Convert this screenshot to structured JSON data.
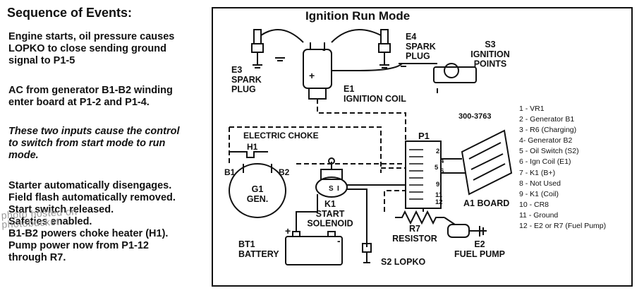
{
  "left_panel": {
    "title": "Sequence of Events:",
    "paragraphs": [
      "Engine starts, oil pressure causes\nLOPKO to close sending ground\nsignal to P1-5",
      "AC from generator B1-B2 winding\nenter board at P1-2 and P1-4.",
      "These two inputs cause the control\nto switch from start mode to run\nmode.",
      "Starter automatically disengages.\nField flash automatically removed.\nStart switch released.\nSafeties enabled.\nB1-B2 powers choke heater (H1).\nPump power now from P1-12\nthrough R7."
    ],
    "watermark": "photo hosted on\nphotobucket"
  },
  "diagram": {
    "title": "Ignition Run Mode",
    "part_number": "300-3763",
    "labels": {
      "e3": "E3\nSPARK\nPLUG",
      "e4": "E4\nSPARK\nPLUG",
      "s3": "S3\nIGNITION\nPOINTS",
      "e1": "E1\nIGNITION COIL",
      "plus": "+",
      "minus": "-",
      "electric_choke": "ELECTRIC CHOKE",
      "h1": "H1",
      "b1": "B1",
      "b2": "B2",
      "g1": "G1\nGEN.",
      "k1": "K1\nSTART\nSOLENOID",
      "s_letter": "S",
      "i_letter": "I",
      "p1": "P1",
      "a1": "A1 BOARD",
      "r7": "R7\nRESISTOR",
      "e2": "E2\nFUEL PUMP",
      "bt1": "BT1\nBATTERY",
      "s2": "S2 LOPKO",
      "bt_plus": "+",
      "bt_minus": "-"
    },
    "pins": [
      "2",
      "4",
      "5",
      "6",
      "9",
      "11",
      "12"
    ]
  },
  "legend": [
    "1 - VR1",
    "2 - Generator B1",
    "3 - R6 (Charging)",
    "4- Generator B2",
    "5 - Oil Switch (S2)",
    "6 - Ign Coil (E1)",
    "7 - K1 (B+)",
    "8 - Not Used",
    "9 - K1 (Coil)",
    "10 - CR8",
    "11 - Ground",
    "12 - E2 or R7 (Fuel Pump)"
  ]
}
